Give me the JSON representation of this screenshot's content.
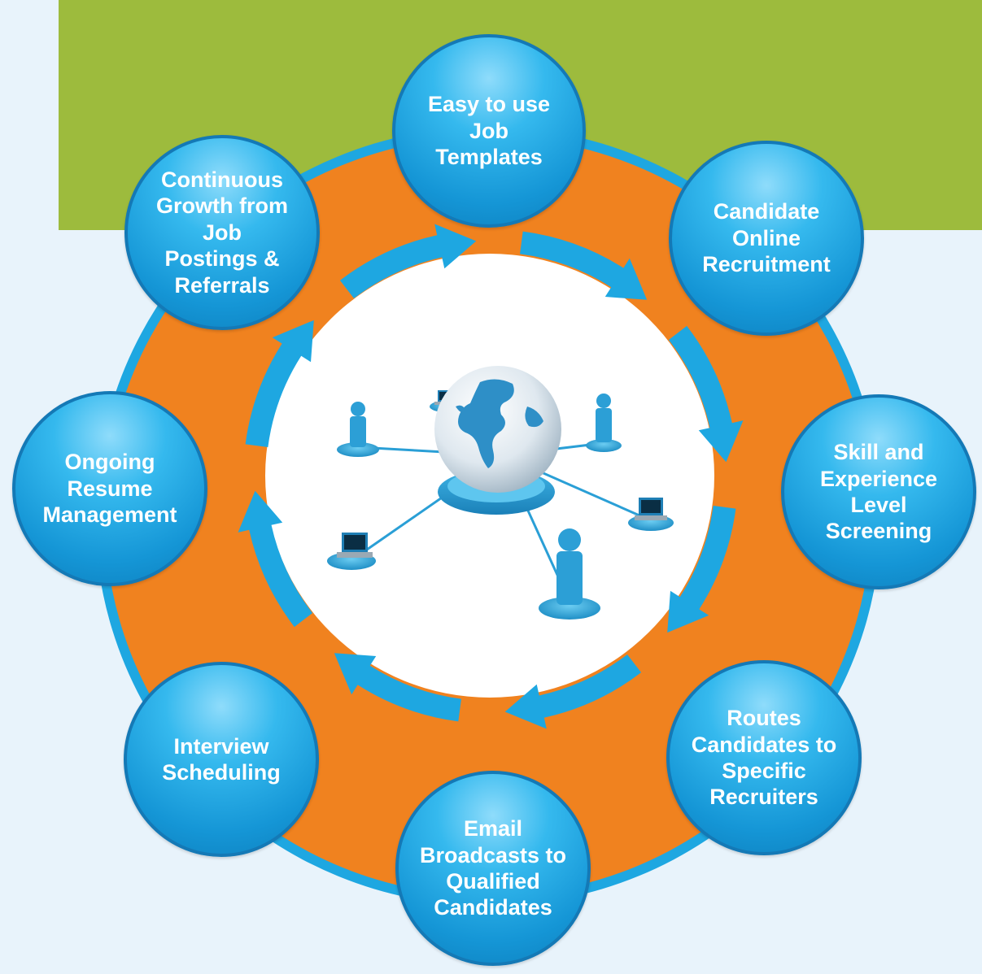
{
  "cycle": {
    "steps": [
      {
        "lines": [
          "Easy to use",
          "Job",
          "Templates"
        ]
      },
      {
        "lines": [
          "Candidate",
          "Online",
          "Recruitment"
        ]
      },
      {
        "lines": [
          "Skill and",
          "Experience Level",
          "Screening"
        ]
      },
      {
        "lines": [
          "Routes",
          "Candidates to",
          "Specific",
          "Recruiters"
        ]
      },
      {
        "lines": [
          "Email",
          "Broadcasts to",
          "Qualified",
          "Candidates"
        ]
      },
      {
        "lines": [
          "Interview",
          "Scheduling"
        ]
      },
      {
        "lines": [
          "Ongoing",
          "Resume",
          "Management"
        ]
      },
      {
        "lines": [
          "Continuous",
          "Growth from Job",
          "Postings &",
          "Referrals"
        ]
      }
    ]
  },
  "colors": {
    "banner": "#9dbb3d",
    "ring": "#f0821f",
    "node": "#1ea7e1",
    "background": "#e8f3fb"
  },
  "center_image": "global-network-illustration"
}
